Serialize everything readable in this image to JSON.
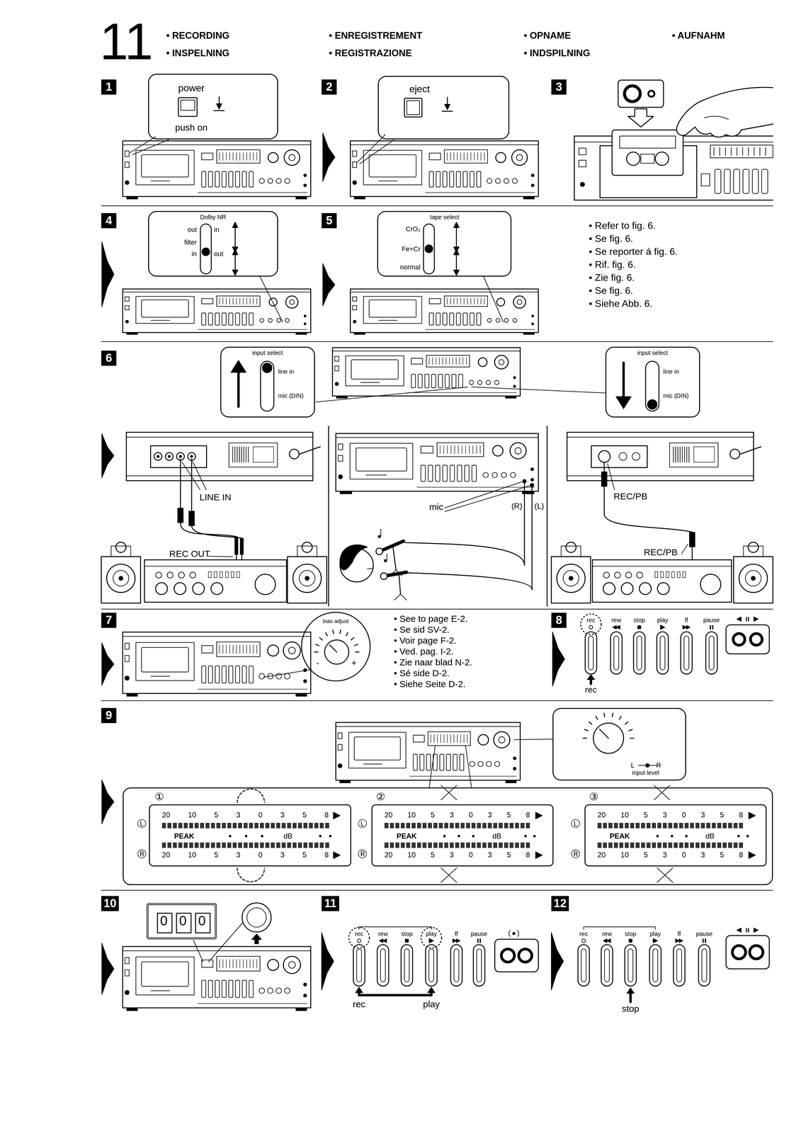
{
  "diagram": {
    "nodes": [
      {
        "text": [
          "1"
        ]
      },
      {
        "text": [
          "power",
          "push on"
        ]
      },
      {
        "text": [
          "2"
        ]
      },
      {
        "text": [
          "eject"
        ]
      },
      {
        "text": [
          "3"
        ]
      },
      {
        "text": [
          "4"
        ]
      },
      {
        "text": [
          "Dolby NR",
          "out",
          "filter",
          "in",
          "in",
          "out"
        ]
      },
      {
        "text": [
          "5"
        ]
      },
      {
        "text": [
          "tape select",
          "CrO₂",
          "Fe+Cr",
          "normal"
        ]
      },
      {
        "text": [
          "6"
        ]
      },
      {
        "text": [
          "input select",
          "line in",
          "mic (DIN)"
        ]
      },
      {
        "text": [
          "input select",
          "line in",
          "mic (DIN)"
        ]
      },
      {
        "text": [
          "7"
        ]
      },
      {
        "text": [
          "bias adjust",
          "-",
          "+"
        ]
      },
      {
        "text": [
          "8"
        ]
      },
      {
        "text": [
          "9"
        ]
      },
      {
        "text": [
          "L",
          "R",
          "input level"
        ]
      },
      {
        "text": [
          "①",
          "Ⓛ",
          "Ⓡ",
          "②",
          "Ⓛ",
          "Ⓡ",
          "③",
          "Ⓛ",
          "Ⓡ"
        ]
      },
      {
        "text": [
          "20 10 5 3 0 3 5 8",
          "PEAK",
          "dB",
          "20 10 5 3 0 3 5 8"
        ],
        "in": 17
      },
      {
        "text": [
          "20 10 5 3 0 3 5 8",
          "PEAK",
          "dB",
          "20 10 5 3 0 3 5 8"
        ],
        "in": 17
      },
      {
        "text": [
          "20 10 5 3 0 3 5 8",
          "PEAK",
          "dB",
          "20 10 5 3 0 3 5 8"
        ],
        "in": 17
      },
      {
        "text": [
          "10"
        ]
      },
      {
        "text": [
          "0",
          "0",
          "0"
        ]
      },
      {
        "text": [
          "11"
        ]
      },
      {
        "text": [
          "12"
        ]
      }
    ],
    "labels": [
      "11",
      "• RECORDING",
      "• INSPELNING",
      "• ENREGISTREMENT",
      "• REGISTRAZIONE",
      "• OPNAME",
      "• INDSPILNING",
      "• AUFNAHM",
      "• Refer to fig. 6.",
      "• Se fig. 6.",
      "• Se reporter á fig. 6.",
      "• Rif. fig. 6.",
      "• Zie fig. 6.",
      "• Se fig. 6.",
      "• Siehe Abb. 6.",
      "LINE IN",
      "REC OUT",
      "mic",
      "(R)",
      "(L)",
      "REC/PB",
      "REC/PB",
      "• See to page E-2.",
      "• Se sid SV-2.",
      "• Voir page F-2.",
      "• Ved. pag. I-2.",
      "• Zie naar blad N-2.",
      "• Sé side D-2.",
      "• Siehe Seite D-2.",
      "rec",
      "rew",
      "stop",
      "play",
      "ff",
      "pause",
      "rec",
      "rec",
      "rew",
      "stop",
      "play",
      "ff",
      "pause",
      "rec",
      "play",
      "rec",
      "rew",
      "stop",
      "play",
      "ff",
      "pause",
      "stop"
    ]
  }
}
